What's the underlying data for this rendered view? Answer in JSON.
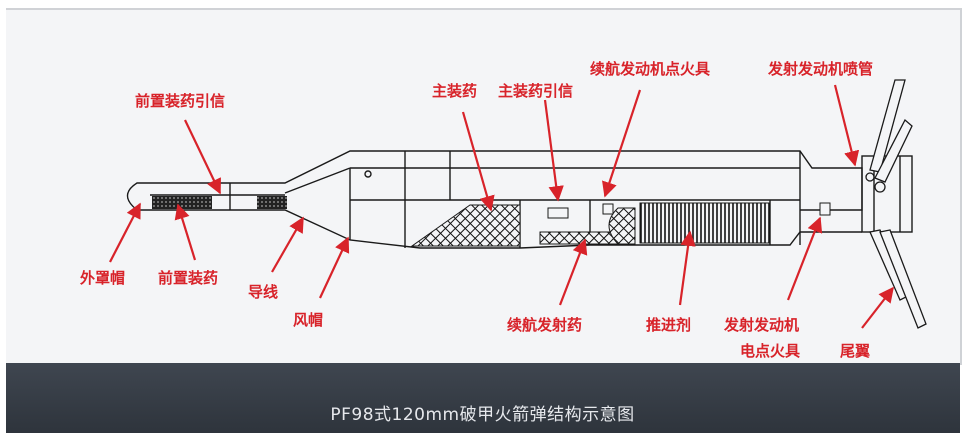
{
  "caption": "PF98式120mm破甲火箭弹结构示意图",
  "labels": {
    "front_fuze": "前置装药引信",
    "main_charge": "主装药",
    "main_fuze": "主装药引信",
    "sustainer_igniter": "续航发动机点火具",
    "launch_nozzle": "发射发动机喷管",
    "outer_cap": "外罩帽",
    "front_charge": "前置装药",
    "wire": "导线",
    "windshield": "风帽",
    "sustainer_propellant": "续航发射药",
    "propellant": "推进剂",
    "launch_igniter_line1": "发射发动机",
    "launch_igniter_line2": "电点火具",
    "tail_fins": "尾翼"
  },
  "colors": {
    "label": "#d8232a",
    "line": "#1a1a1a",
    "paper": "#f4f5f7",
    "band": "#353b43"
  }
}
